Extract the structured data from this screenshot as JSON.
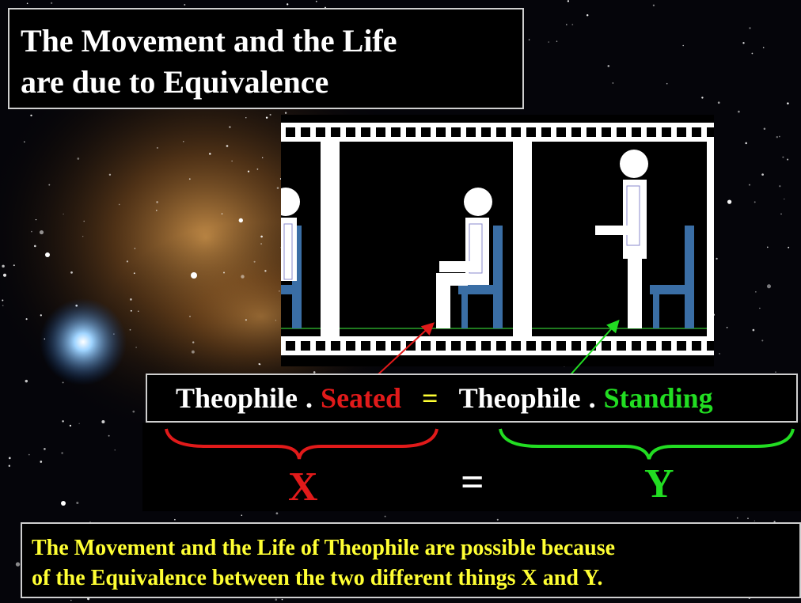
{
  "title": {
    "line1": "The Movement and the Life",
    "line2": "are due to Equivalence"
  },
  "equation": {
    "left_subject": "Theophile",
    "left_dot": ".",
    "left_state": "Seated",
    "equals": "=",
    "right_subject": "Theophile",
    "right_dot": ".",
    "right_state": "Standing"
  },
  "variables": {
    "x": "X",
    "equals": "=",
    "y": "Y"
  },
  "conclusion": {
    "line1": "The Movement and the Life of Theophile are possible because",
    "line2": "of the Equivalence between the two different things X and Y."
  },
  "colors": {
    "seated_red": "#e11a1a",
    "standing_green": "#22dd22",
    "conclusion_yellow": "#ffff33",
    "chair_blue": "#3a6ea5"
  }
}
